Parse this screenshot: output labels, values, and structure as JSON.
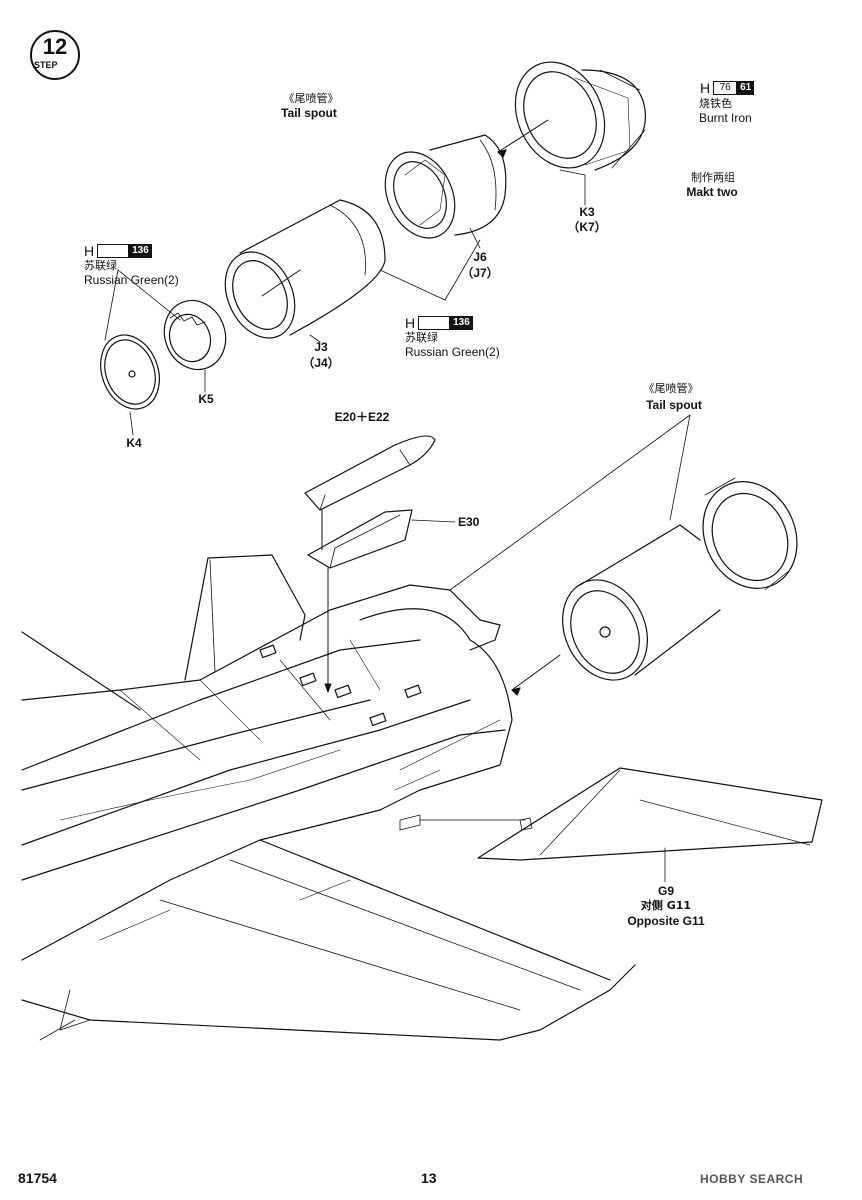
{
  "step": {
    "number": "12",
    "word": "STEP"
  },
  "labels": {
    "tail_spout_top_cn": "《尾喷管》",
    "tail_spout_top_en": "Tail spout",
    "tail_spout_right_cn": "《尾喷管》",
    "tail_spout_right_en": "Tail spout",
    "make_two_cn": "制作两组",
    "make_two_en": "Makt two",
    "k3": "K3",
    "k7": "（K7）",
    "j6": "J6",
    "j7": "（J7）",
    "j3": "J3",
    "j4": "（J4）",
    "k5": "K5",
    "k4": "K4",
    "e20_e22": "E20＋E22",
    "e30": "E30",
    "g9": "G9",
    "opposite_cn": "对侧 G11",
    "opposite_en": "Opposite G11"
  },
  "paints": {
    "burnt_iron": {
      "h": "H",
      "code1": "76",
      "code2": "61",
      "cn": "烧铁色",
      "en": "Burnt Iron"
    },
    "russian_green_left": {
      "h": "H",
      "code": "136",
      "cn": "苏联绿",
      "en": "Russian Green(2)"
    },
    "russian_green_mid": {
      "h": "H",
      "code": "136",
      "cn": "苏联绿",
      "en": "Russian Green(2)"
    }
  },
  "footer": {
    "kit_number": "81754",
    "page_number": "13",
    "watermark": "HOBBY SEARCH"
  }
}
